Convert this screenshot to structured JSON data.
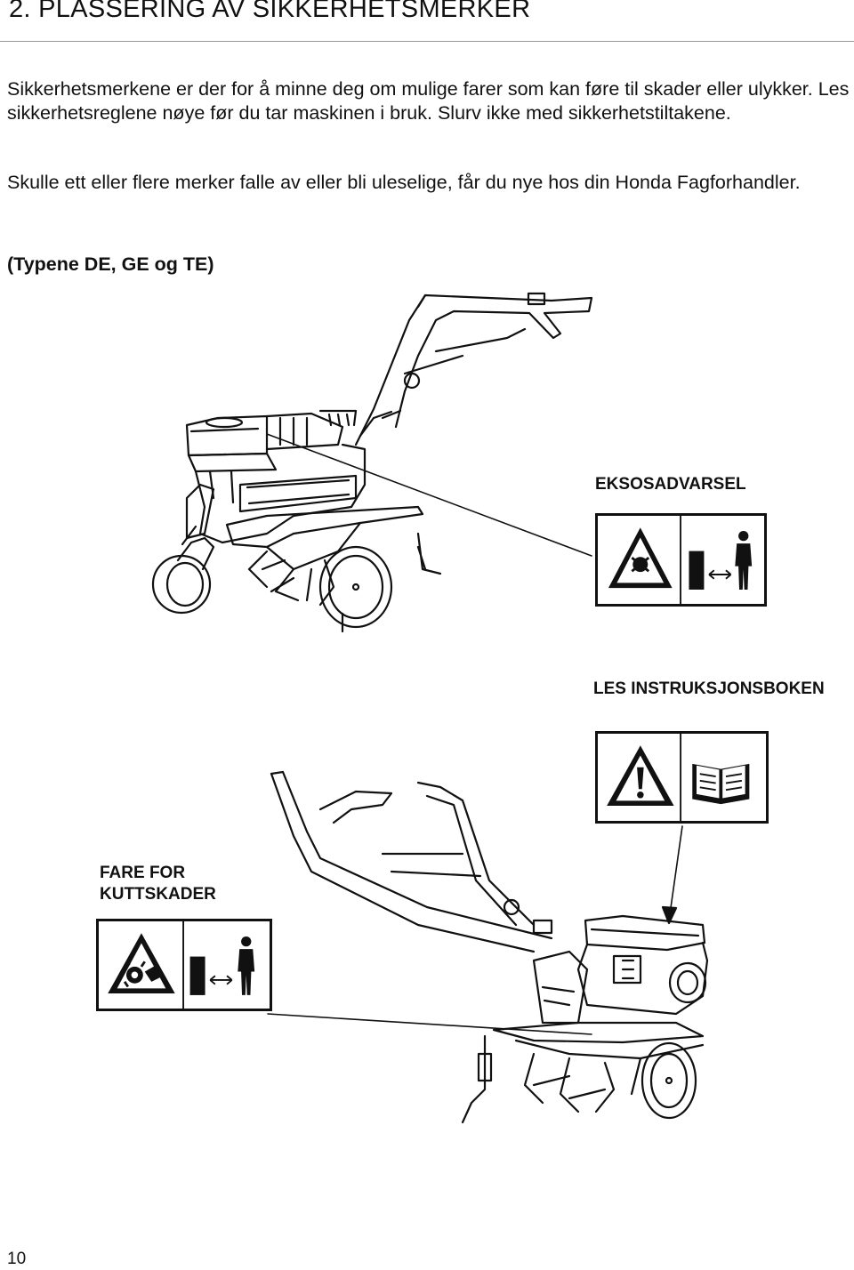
{
  "header": {
    "title": "2. PLASSERING AV SIKKERHETSMERKER"
  },
  "body": {
    "paragraph_1": "Sikkerhetsmerkene er der for å minne deg om mulige farer som kan føre til skader eller ulykker. Les sikkerhetsreglene nøye før du tar maskinen i bruk. Slurv ikke med sikkerhetstiltakene.",
    "paragraph_2": "Skulle ett eller flere merker falle av eller bli uleselige, får du nye hos din Honda Fagforhandler.",
    "types_label": "(Typene DE, GE og TE)"
  },
  "labels": {
    "exhaust_warning": "EKSOSADVARSEL",
    "read_manual": "LES INSTRUKSJONSBOKEN",
    "cut_hazard": "FARE FOR KUTTSKADER"
  },
  "icons": {
    "exhaust_decal": [
      "warning-triangle-hot-exhaust-icon",
      "keep-distance-person-icon"
    ],
    "manual_decal": [
      "warning-triangle-exclamation-icon",
      "open-book-icon"
    ],
    "cut_decal": [
      "warning-triangle-rotating-tines-icon",
      "keep-distance-person-icon"
    ]
  },
  "footer": {
    "page_number": "10"
  }
}
